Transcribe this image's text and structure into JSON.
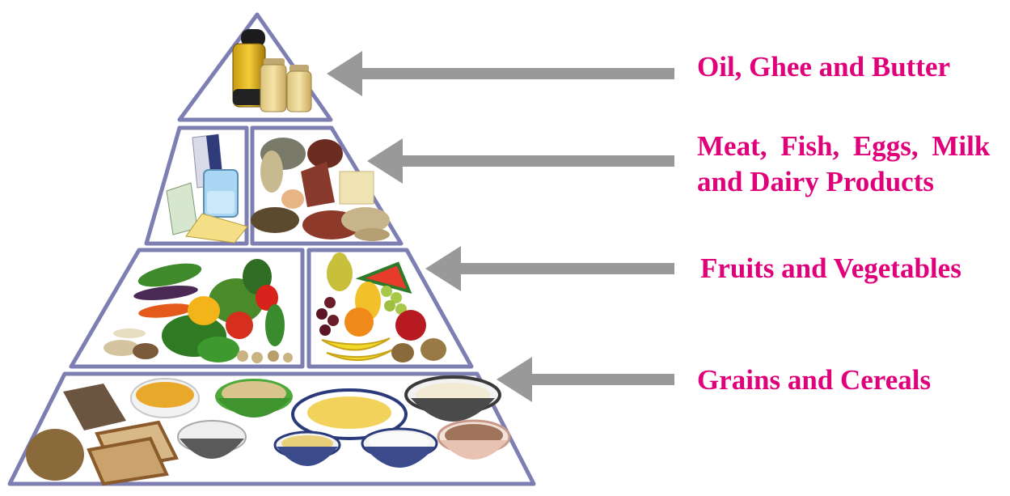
{
  "colors": {
    "label": "#e0007a",
    "arrow": "#999999",
    "pyramid_outline": "#7d7fb3",
    "background": "#ffffff"
  },
  "labels": {
    "tier_1": "Oil, Ghee and Butter",
    "tier_2_line1": "Meat, Fish, Eggs, Milk",
    "tier_2_line2": "and Dairy Products",
    "tier_3": "Fruits and Vegetables",
    "tier_4": "Grains and Cereals"
  },
  "pyramid": {
    "tiers": [
      {
        "name": "oil-ghee-butter",
        "icons": [
          "oil-bottle-icon",
          "ghee-jar-icon",
          "butter-jar-icon"
        ]
      },
      {
        "name": "meat-fish-eggs-milk-dairy",
        "icons": [
          "milk-carton-icon",
          "milk-glass-icon",
          "cheese-block-icon",
          "fish-icon",
          "meat-icon",
          "egg-icon",
          "beans-icon"
        ]
      },
      {
        "name": "fruits-vegetables",
        "icons": [
          "greens-icon",
          "bitter-gourd-icon",
          "tomato-icon",
          "pepper-icon",
          "cucumber-icon",
          "carrot-icon",
          "pear-icon",
          "watermelon-icon",
          "grapes-icon",
          "orange-icon",
          "apple-icon",
          "banana-icon",
          "kiwi-icon"
        ]
      },
      {
        "name": "grains-cereals",
        "icons": [
          "bread-icon",
          "corn-bowl-icon",
          "soup-bowl-icon",
          "noodle-bowl-icon",
          "rice-bowl-icon",
          "lentil-bowl-icon"
        ]
      }
    ]
  }
}
